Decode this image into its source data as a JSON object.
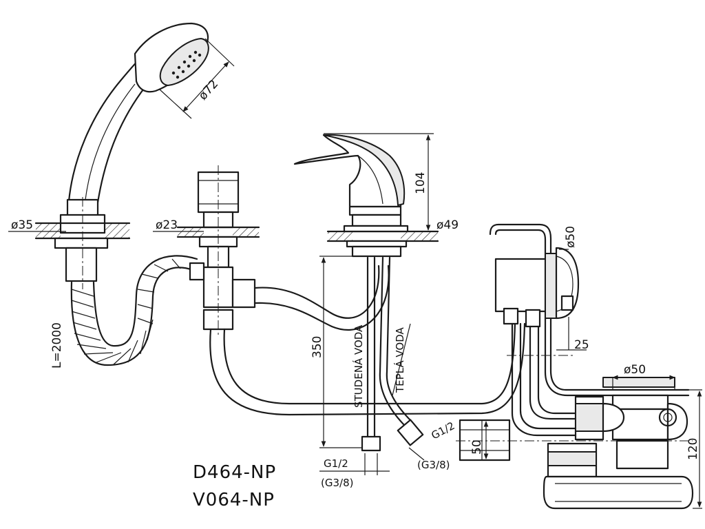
{
  "dimensions": {
    "shower_head_dia": "ø72",
    "hand_shower_mount_dia": "ø35",
    "diverter_mount_dia": "ø23",
    "mixer_base_dia": "ø49",
    "mixer_height": "104",
    "supply_length": "350",
    "hose_length": "L=2000",
    "overflow_dia": "ø50",
    "overflow_depth": "25",
    "waste_dia": "ø50",
    "waste_outlet_height": "50",
    "waste_height": "120"
  },
  "connections": {
    "cold_thread": "G1/2",
    "cold_thread_alt": "(G3/8)",
    "hot_thread_alt": "(G3/8)",
    "waste_thread": "G1/2"
  },
  "labels": {
    "cold_water": "STUDENÁ VODA",
    "hot_water": "TEPLÁ VODA"
  },
  "models": {
    "model_1": "D464-NP",
    "model_2": "V064-NP"
  }
}
